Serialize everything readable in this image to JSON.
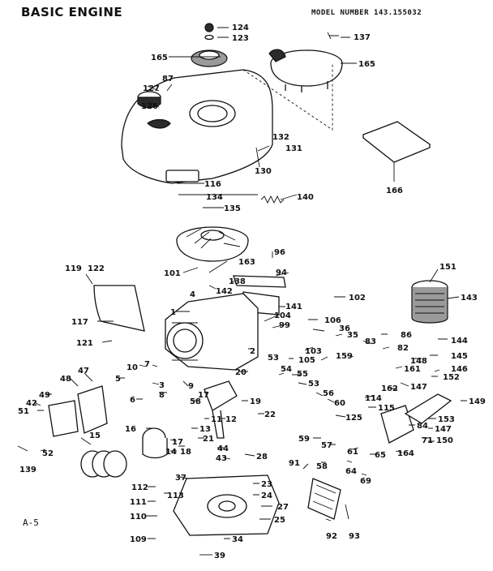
{
  "header": {
    "title": "BASIC ENGINE",
    "model_number": "MODEL NUMBER 143.155032",
    "page_ref": "A-5"
  },
  "callouts": [
    {
      "id": "c124",
      "text": "124"
    },
    {
      "id": "c123",
      "text": "123"
    },
    {
      "id": "c137",
      "text": "137"
    },
    {
      "id": "c165a",
      "text": "165"
    },
    {
      "id": "c165b",
      "text": "165"
    },
    {
      "id": "c87",
      "text": "87"
    },
    {
      "id": "c127",
      "text": "127"
    },
    {
      "id": "c126",
      "text": "126"
    },
    {
      "id": "c132",
      "text": "132"
    },
    {
      "id": "c131",
      "text": "131"
    },
    {
      "id": "c130",
      "text": "130"
    },
    {
      "id": "c166",
      "text": "166"
    },
    {
      "id": "c116",
      "text": "116"
    },
    {
      "id": "c134",
      "text": "134"
    },
    {
      "id": "c135",
      "text": "135"
    },
    {
      "id": "c140",
      "text": "140"
    },
    {
      "id": "c96",
      "text": "96"
    },
    {
      "id": "c163",
      "text": "163"
    },
    {
      "id": "c101",
      "text": "101"
    },
    {
      "id": "c94",
      "text": "94"
    },
    {
      "id": "c138",
      "text": "138"
    },
    {
      "id": "c119",
      "text": "119"
    },
    {
      "id": "c122",
      "text": "122"
    },
    {
      "id": "c151",
      "text": "151"
    },
    {
      "id": "c4",
      "text": "4"
    },
    {
      "id": "c142",
      "text": "142"
    },
    {
      "id": "c102",
      "text": "102"
    },
    {
      "id": "c143",
      "text": "143"
    },
    {
      "id": "c141",
      "text": "141"
    },
    {
      "id": "c1",
      "text": "1"
    },
    {
      "id": "c104",
      "text": "104"
    },
    {
      "id": "c99",
      "text": "99"
    },
    {
      "id": "c106",
      "text": "106"
    },
    {
      "id": "c36",
      "text": "36"
    },
    {
      "id": "c35",
      "text": "35"
    },
    {
      "id": "c117",
      "text": "117"
    },
    {
      "id": "c121",
      "text": "121"
    },
    {
      "id": "c86",
      "text": "86"
    },
    {
      "id": "c83",
      "text": "83"
    },
    {
      "id": "c144",
      "text": "144"
    },
    {
      "id": "c103",
      "text": "103"
    },
    {
      "id": "c82",
      "text": "82"
    },
    {
      "id": "c2",
      "text": "2"
    },
    {
      "id": "c53a",
      "text": "53"
    },
    {
      "id": "c105",
      "text": "105"
    },
    {
      "id": "c159",
      "text": "159"
    },
    {
      "id": "c145",
      "text": "145"
    },
    {
      "id": "c148",
      "text": "148"
    },
    {
      "id": "c10",
      "text": "10"
    },
    {
      "id": "c7",
      "text": "7"
    },
    {
      "id": "c54",
      "text": "54"
    },
    {
      "id": "c146",
      "text": "146"
    },
    {
      "id": "c161",
      "text": "161"
    },
    {
      "id": "c20",
      "text": "20"
    },
    {
      "id": "c55",
      "text": "55"
    },
    {
      "id": "c48",
      "text": "48"
    },
    {
      "id": "c47",
      "text": "47"
    },
    {
      "id": "c5",
      "text": "5"
    },
    {
      "id": "c152",
      "text": "152"
    },
    {
      "id": "c9",
      "text": "9"
    },
    {
      "id": "c3",
      "text": "3"
    },
    {
      "id": "c53b",
      "text": "53"
    },
    {
      "id": "c162",
      "text": "162"
    },
    {
      "id": "c147a",
      "text": "147"
    },
    {
      "id": "c49",
      "text": "49"
    },
    {
      "id": "c8",
      "text": "8"
    },
    {
      "id": "c42",
      "text": "42"
    },
    {
      "id": "c6",
      "text": "6"
    },
    {
      "id": "c58a",
      "text": "58"
    },
    {
      "id": "c17a",
      "text": "17"
    },
    {
      "id": "c19",
      "text": "19"
    },
    {
      "id": "c56",
      "text": "56"
    },
    {
      "id": "c60",
      "text": "60"
    },
    {
      "id": "c114",
      "text": "114"
    },
    {
      "id": "c149",
      "text": "149"
    },
    {
      "id": "c51",
      "text": "51"
    },
    {
      "id": "c115",
      "text": "115"
    },
    {
      "id": "c22",
      "text": "22"
    },
    {
      "id": "c11",
      "text": "11"
    },
    {
      "id": "c12",
      "text": "12"
    },
    {
      "id": "c125",
      "text": "125"
    },
    {
      "id": "c153",
      "text": "153"
    },
    {
      "id": "c16",
      "text": "16"
    },
    {
      "id": "c13",
      "text": "13"
    },
    {
      "id": "c84",
      "text": "84"
    },
    {
      "id": "c147b",
      "text": "147"
    },
    {
      "id": "c59",
      "text": "59"
    },
    {
      "id": "c57",
      "text": "57"
    },
    {
      "id": "c17b",
      "text": "17"
    },
    {
      "id": "c21",
      "text": "21"
    },
    {
      "id": "c15",
      "text": "15"
    },
    {
      "id": "c52",
      "text": "52"
    },
    {
      "id": "c18",
      "text": "18"
    },
    {
      "id": "c14",
      "text": "14"
    },
    {
      "id": "c44",
      "text": "44"
    },
    {
      "id": "c61",
      "text": "61"
    },
    {
      "id": "c65",
      "text": "65"
    },
    {
      "id": "c164",
      "text": "164"
    },
    {
      "id": "c71",
      "text": "71"
    },
    {
      "id": "c150",
      "text": "150"
    },
    {
      "id": "c139",
      "text": "139"
    },
    {
      "id": "c43",
      "text": "43"
    },
    {
      "id": "c28",
      "text": "28"
    },
    {
      "id": "c58b",
      "text": "58"
    },
    {
      "id": "c91",
      "text": "91"
    },
    {
      "id": "c64",
      "text": "64"
    },
    {
      "id": "c69",
      "text": "69"
    },
    {
      "id": "c37",
      "text": "37"
    },
    {
      "id": "c112",
      "text": "112"
    },
    {
      "id": "c23",
      "text": "23"
    },
    {
      "id": "c113",
      "text": "113"
    },
    {
      "id": "c24",
      "text": "24"
    },
    {
      "id": "c111",
      "text": "111"
    },
    {
      "id": "c27",
      "text": "27"
    },
    {
      "id": "c110",
      "text": "110"
    },
    {
      "id": "c25",
      "text": "25"
    },
    {
      "id": "c92",
      "text": "92"
    },
    {
      "id": "c93",
      "text": "93"
    },
    {
      "id": "c109",
      "text": "109"
    },
    {
      "id": "c34",
      "text": "34"
    },
    {
      "id": "c39",
      "text": "39"
    }
  ]
}
